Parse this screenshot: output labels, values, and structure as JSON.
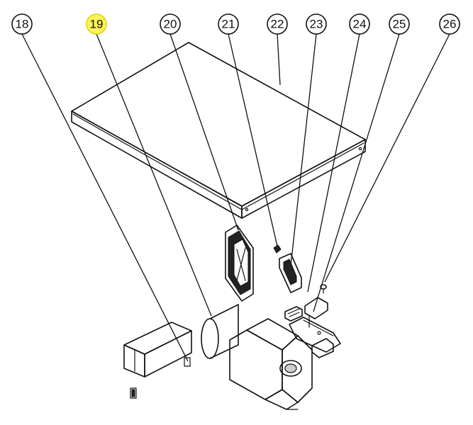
{
  "callouts": [
    {
      "id": "18",
      "label": "18",
      "highlighted": false
    },
    {
      "id": "19",
      "label": "19",
      "highlighted": true
    },
    {
      "id": "20",
      "label": "20",
      "highlighted": false
    },
    {
      "id": "21",
      "label": "21",
      "highlighted": false
    },
    {
      "id": "22",
      "label": "22",
      "highlighted": false
    },
    {
      "id": "23",
      "label": "23",
      "highlighted": false
    },
    {
      "id": "24",
      "label": "24",
      "highlighted": false
    },
    {
      "id": "25",
      "label": "25",
      "highlighted": false
    },
    {
      "id": "26",
      "label": "26",
      "highlighted": false
    }
  ],
  "colors": {
    "highlight": "#fff35a",
    "line": "#111111",
    "background": "#ffffff"
  }
}
